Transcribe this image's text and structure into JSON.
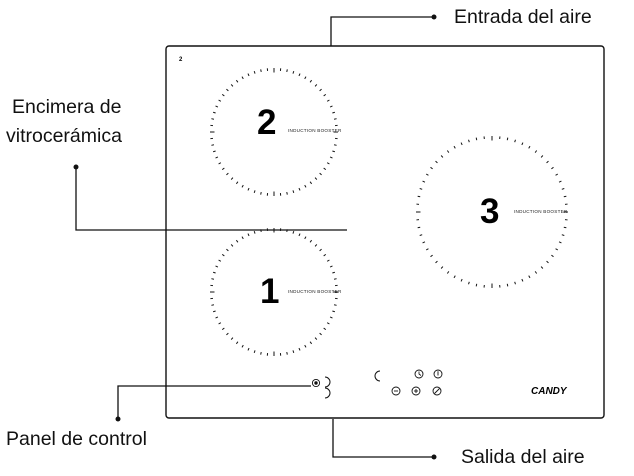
{
  "callouts": {
    "air_inlet": "Entrada del aire",
    "ceramic_top_line1": "Encimera de",
    "ceramic_top_line2": "vitrocerámica",
    "control_panel": "Panel de control",
    "air_outlet": "Salida del aire"
  },
  "hob": {
    "corner_mark": "2",
    "brand_logo": "CANDY",
    "zones": [
      {
        "number": "2",
        "booster_label": "INDUCTION BOOSTER"
      },
      {
        "number": "1",
        "booster_label": "INDUCTION BOOSTER"
      },
      {
        "number": "3",
        "booster_label": "INDUCTION BOOSTER"
      }
    ]
  },
  "colors": {
    "line": "#111111",
    "background": "#ffffff"
  }
}
